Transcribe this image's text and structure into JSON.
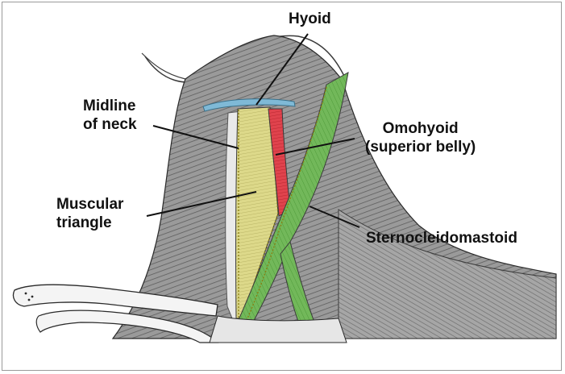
{
  "labels": {
    "hyoid": "Hyoid",
    "midline_line1": "Midline",
    "midline_line2": "of neck",
    "omohyoid_line1": "Omohyoid",
    "omohyoid_line2": "(superior belly)",
    "muscular_line1": "Muscular",
    "muscular_line2": "triangle",
    "scm": "Sternocleidomastoid"
  },
  "colors": {
    "hyoid": "#7fb9d6",
    "omohyoid": "#e0434d",
    "muscular_triangle": "#ddd98a",
    "sternocleidomastoid": "#72b85a",
    "neck_shading": "#8d8d8d",
    "outline": "#2a2a2a"
  }
}
